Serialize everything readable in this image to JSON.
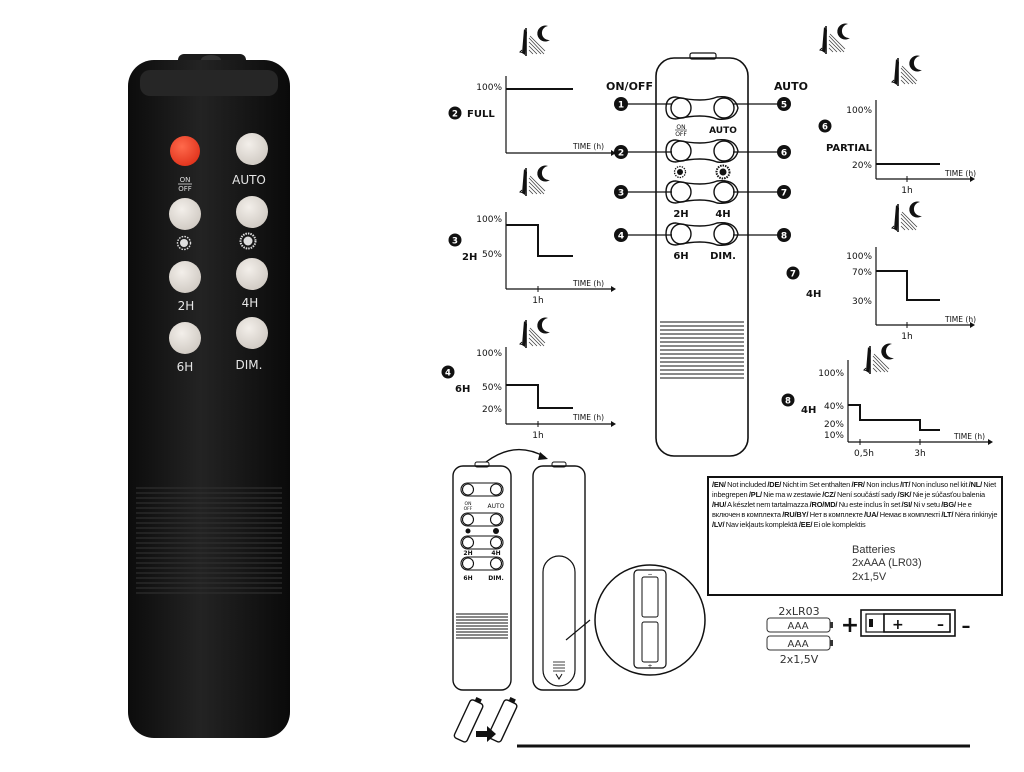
{
  "remote_photo": {
    "buttons": {
      "on_off": "ON\nOFF",
      "auto": "AUTO",
      "b2h": "2H",
      "b4h": "4H",
      "b6h": "6H",
      "dim": "DIM."
    },
    "colors": {
      "body": "#161616",
      "power_button": "#f2452b",
      "button": "#e4dfd9"
    }
  },
  "main_remote": {
    "on_off_title": "ON/OFF",
    "auto_title": "AUTO",
    "labels": {
      "on": "ON",
      "off": "OFF",
      "auto": "AUTO",
      "b2h": "2H",
      "b4h": "4H",
      "b6h": "6H",
      "dim": "DIM."
    },
    "callouts": [
      "1",
      "2",
      "3",
      "4",
      "5",
      "6",
      "7",
      "8"
    ]
  },
  "graphs": {
    "full": {
      "num": "2",
      "title": "FULL",
      "y_labels": [
        "100%"
      ],
      "x_label": "TIME (h)",
      "x_ticks": []
    },
    "g2h": {
      "num": "3",
      "title": "2H",
      "y_labels": [
        "100%",
        "50%"
      ],
      "x_label": "TIME (h)",
      "x_ticks": [
        "1h"
      ]
    },
    "g6h": {
      "num": "4",
      "title": "6H",
      "y_labels": [
        "100%",
        "50%",
        "20%"
      ],
      "x_label": "TIME (h)",
      "x_ticks": [
        "1h"
      ]
    },
    "partial": {
      "num": "6",
      "title": "PARTIAL",
      "y_labels": [
        "100%",
        "20%"
      ],
      "x_label": "TIME (h)",
      "x_ticks": [
        "1h"
      ]
    },
    "g4h": {
      "num": "7",
      "title": "4H",
      "y_labels": [
        "100%",
        "70%",
        "30%"
      ],
      "x_label": "TIME (h)",
      "x_ticks": [
        "1h"
      ]
    },
    "g4h_b": {
      "num": "8",
      "title": "4H",
      "y_labels": [
        "100%",
        "40%",
        "20%",
        "10%"
      ],
      "x_label": "TIME (h)",
      "x_ticks": [
        "0,5h",
        "3h"
      ]
    }
  },
  "small_remote": {
    "labels": {
      "on": "ON",
      "off": "OFF",
      "auto": "AUTO",
      "b2h": "2H",
      "b4h": "4H",
      "b6h": "6H",
      "dim": "DIM."
    }
  },
  "notice": {
    "segments": [
      {
        "code": "/EN/",
        "text": " Not included "
      },
      {
        "code": "/DE/",
        "text": " Nicht im Set enthalten "
      },
      {
        "code": "/FR/",
        "text": " Non inclus "
      },
      {
        "code": "/IT/",
        "text": " Non incluso nel kit "
      },
      {
        "code": "/NL/",
        "text": " Niet inbegrepen "
      },
      {
        "code": "/PL/",
        "text": " Nie ma w zestawie "
      },
      {
        "code": "/CZ/",
        "text": " Není součástí sady "
      },
      {
        "code": "/SK/",
        "text": " Nie je súčasťou balenia "
      },
      {
        "code": "/HU/",
        "text": " A készlet nem tartalmazza "
      },
      {
        "code": "/RO/MD/",
        "text": " Nu este inclus în set "
      },
      {
        "code": "/SI/",
        "text": " Ni v setu "
      },
      {
        "code": "/BG/",
        "text": " Не е включен в комплекта "
      },
      {
        "code": "/RU/BY/",
        "text": " Нет в комплекте "
      },
      {
        "code": "/UA/",
        "text": " Немає в комплекті "
      },
      {
        "code": "/LT/",
        "text": " Nėra rinkinyje "
      },
      {
        "code": "/LV/",
        "text": " Nav iekļauts komplektā "
      },
      {
        "code": "/EE/",
        "text": " Ei ole komplektis"
      }
    ],
    "batteries_title": "Batteries",
    "batteries_type": "2xAAA (LR03)",
    "batteries_voltage": "2x1,5V"
  },
  "battery_diagram": {
    "top": "2xLR03",
    "cell": "AAA",
    "bottom": "2x1,5V",
    "plus": "+",
    "minus": "–"
  }
}
